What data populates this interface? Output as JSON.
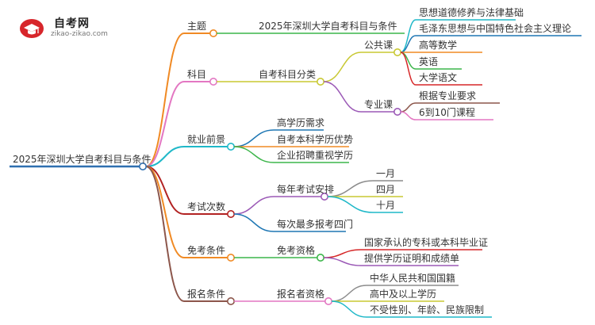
{
  "logo": {
    "title": "自考网",
    "url": "zikao-zikao.com"
  },
  "root": {
    "label": "2025年深圳大学自考科目与条件",
    "color": "#2f6fb0"
  },
  "branches": [
    {
      "key": "topic",
      "label": "主题",
      "color": "#f08a24",
      "children": [
        {
          "key": "topic-value",
          "label": "2025年深圳大学自考科目与条件",
          "color": "#3cb54a"
        }
      ]
    },
    {
      "key": "subjects",
      "label": "科目",
      "color": "#e377c2",
      "children": [
        {
          "key": "subject-category",
          "label": "自考科目分类",
          "color": "#c8c832",
          "children": [
            {
              "key": "public-courses",
              "label": "公共课",
              "color": "#c8c832",
              "children": [
                {
                  "key": "course-1",
                  "label": "思想道德修养与法律基础",
                  "color": "#1fb8c8"
                },
                {
                  "key": "course-2",
                  "label": "毛泽东思想与中国特色社会主义理论",
                  "color": "#1f77b4"
                },
                {
                  "key": "course-3",
                  "label": "高等数学",
                  "color": "#f08a24"
                },
                {
                  "key": "course-4",
                  "label": "英语",
                  "color": "#3cb54a"
                },
                {
                  "key": "course-5",
                  "label": "大学语文",
                  "color": "#d62728"
                }
              ]
            },
            {
              "key": "major-courses",
              "label": "专业课",
              "color": "#9b59b6",
              "children": [
                {
                  "key": "major-1",
                  "label": "根据专业要求",
                  "color": "#8c564b"
                },
                {
                  "key": "major-2",
                  "label": "6到10门课程",
                  "color": "#e377c2"
                }
              ]
            }
          ]
        }
      ]
    },
    {
      "key": "employment",
      "label": "就业前景",
      "color": "#1fb8c8",
      "children": [
        {
          "key": "emp-1",
          "label": "高学历需求",
          "color": "#1f77b4"
        },
        {
          "key": "emp-2",
          "label": "自考本科学历优势",
          "color": "#f08a24"
        },
        {
          "key": "emp-3",
          "label": "企业招聘重视学历",
          "color": "#3cb54a"
        }
      ]
    },
    {
      "key": "exam-times",
      "label": "考试次数",
      "color": "#b22222",
      "children": [
        {
          "key": "exam-schedule",
          "label": "每年考试安排",
          "color": "#9b59b6",
          "children": [
            {
              "key": "jan",
              "label": "一月",
              "color": "#8c8c8c"
            },
            {
              "key": "apr",
              "label": "四月",
              "color": "#c8c832"
            },
            {
              "key": "oct",
              "label": "十月",
              "color": "#1fb8c8"
            }
          ]
        },
        {
          "key": "exam-max",
          "label": "每次最多报考四门",
          "color": "#1f77b4"
        }
      ]
    },
    {
      "key": "exemption",
      "label": "免考条件",
      "color": "#f08a24",
      "children": [
        {
          "key": "exemption-qual",
          "label": "免考资格",
          "color": "#3cb54a",
          "children": [
            {
              "key": "ex-1",
              "label": "国家承认的专科或本科毕业证",
              "color": "#d62728"
            },
            {
              "key": "ex-2",
              "label": "提供学历证明和成绩单",
              "color": "#9b59b6"
            }
          ]
        }
      ]
    },
    {
      "key": "registration",
      "label": "报名条件",
      "color": "#8c564b",
      "children": [
        {
          "key": "reg-qual",
          "label": "报名者资格",
          "color": "#e377c2",
          "children": [
            {
              "key": "reg-1",
              "label": "中华人民共和国国籍",
              "color": "#8c8c8c"
            },
            {
              "key": "reg-2",
              "label": "高中及以上学历",
              "color": "#c8c832"
            },
            {
              "key": "reg-3",
              "label": "不受性别、年龄、民族限制",
              "color": "#1fb8c8"
            }
          ]
        }
      ]
    }
  ]
}
